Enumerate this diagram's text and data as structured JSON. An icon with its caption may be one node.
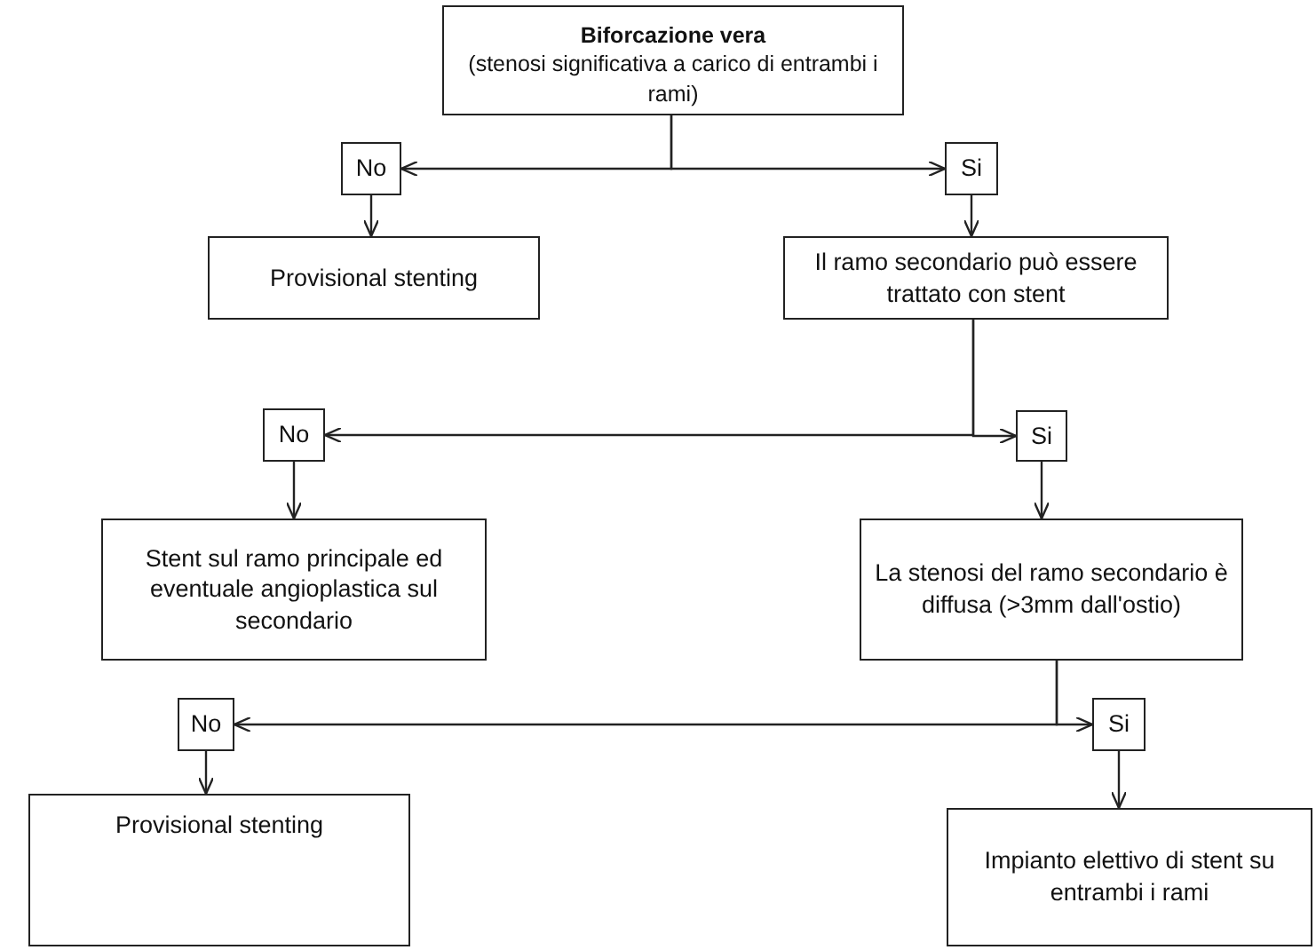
{
  "diagram": {
    "nodes": [
      {
        "text": [
          "Biforcazione vera",
          "(stenosi significativa a carico di entrambi i rami)"
        ]
      },
      {
        "text": [
          "No"
        ]
      },
      {
        "text": [
          "Si"
        ]
      },
      {
        "text": [
          "Provisional stenting"
        ]
      },
      {
        "text": [
          "Il ramo secondario può essere trattato con stent"
        ]
      },
      {
        "text": [
          "No"
        ]
      },
      {
        "text": [
          "Si"
        ]
      },
      {
        "text": [
          "Stent sul ramo principale ed eventuale angioplastica sul secondario"
        ]
      },
      {
        "text": [
          "La stenosi del ramo secondario è diffusa (>3mm dall'ostio)"
        ]
      },
      {
        "text": [
          "No"
        ]
      },
      {
        "text": [
          "Si"
        ]
      },
      {
        "text": [
          "Provisional stenting"
        ]
      },
      {
        "text": [
          "Impianto elettivo di stent su entrambi i rami"
        ]
      }
    ],
    "edges": [
      {
        "from": 0,
        "to": 1,
        "arrow": "to"
      },
      {
        "from": 0,
        "to": 2,
        "arrow": "to"
      },
      {
        "from": 1,
        "to": 3,
        "arrow": "to"
      },
      {
        "from": 2,
        "to": 4,
        "arrow": "to"
      },
      {
        "from": 4,
        "to": 5,
        "arrow": "to"
      },
      {
        "from": 4,
        "to": 6,
        "arrow": "to"
      },
      {
        "from": 5,
        "to": 7,
        "arrow": "to"
      },
      {
        "from": 6,
        "to": 8,
        "arrow": "to"
      },
      {
        "from": 8,
        "to": 9,
        "arrow": "to"
      },
      {
        "from": 8,
        "to": 10,
        "arrow": "to"
      },
      {
        "from": 9,
        "to": 11,
        "arrow": "to"
      },
      {
        "from": 10,
        "to": 12,
        "arrow": "to"
      }
    ]
  }
}
